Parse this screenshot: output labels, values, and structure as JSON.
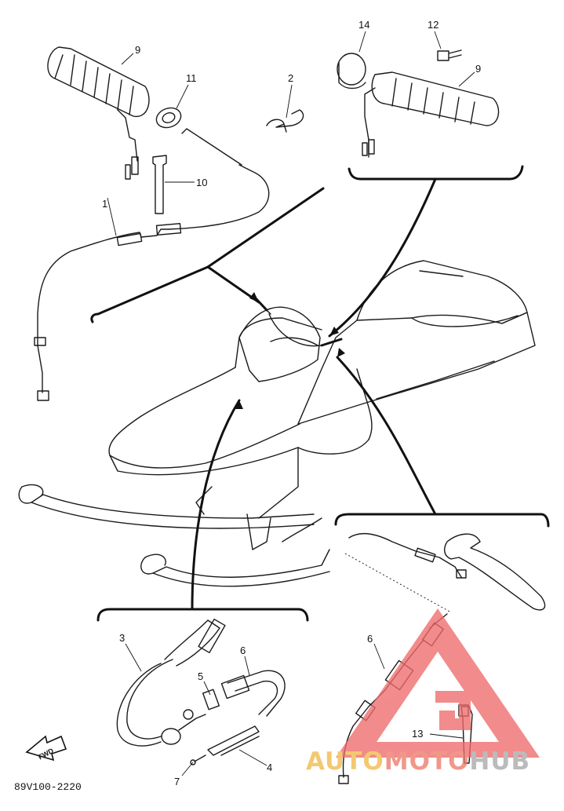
{
  "callouts": [
    {
      "n": "1"
    },
    {
      "n": "2"
    },
    {
      "n": "3"
    },
    {
      "n": "4"
    },
    {
      "n": "5"
    },
    {
      "n": "6"
    },
    {
      "n": "7"
    },
    {
      "n": "9"
    },
    {
      "n": "10"
    },
    {
      "n": "11"
    },
    {
      "n": "6"
    },
    {
      "n": "9"
    },
    {
      "n": "12"
    },
    {
      "n": "13"
    },
    {
      "n": "14"
    }
  ],
  "reference": "89V100-2220",
  "fwd_label": "FWD",
  "watermark": {
    "part1": "AUTO",
    "part2": "MOTO",
    "part3": "HUB",
    "colors": {
      "part1": "#f2b94a",
      "part2": "#ee7a6a",
      "part3": "#a9a9a9",
      "logo": "#ef6b6b"
    }
  }
}
